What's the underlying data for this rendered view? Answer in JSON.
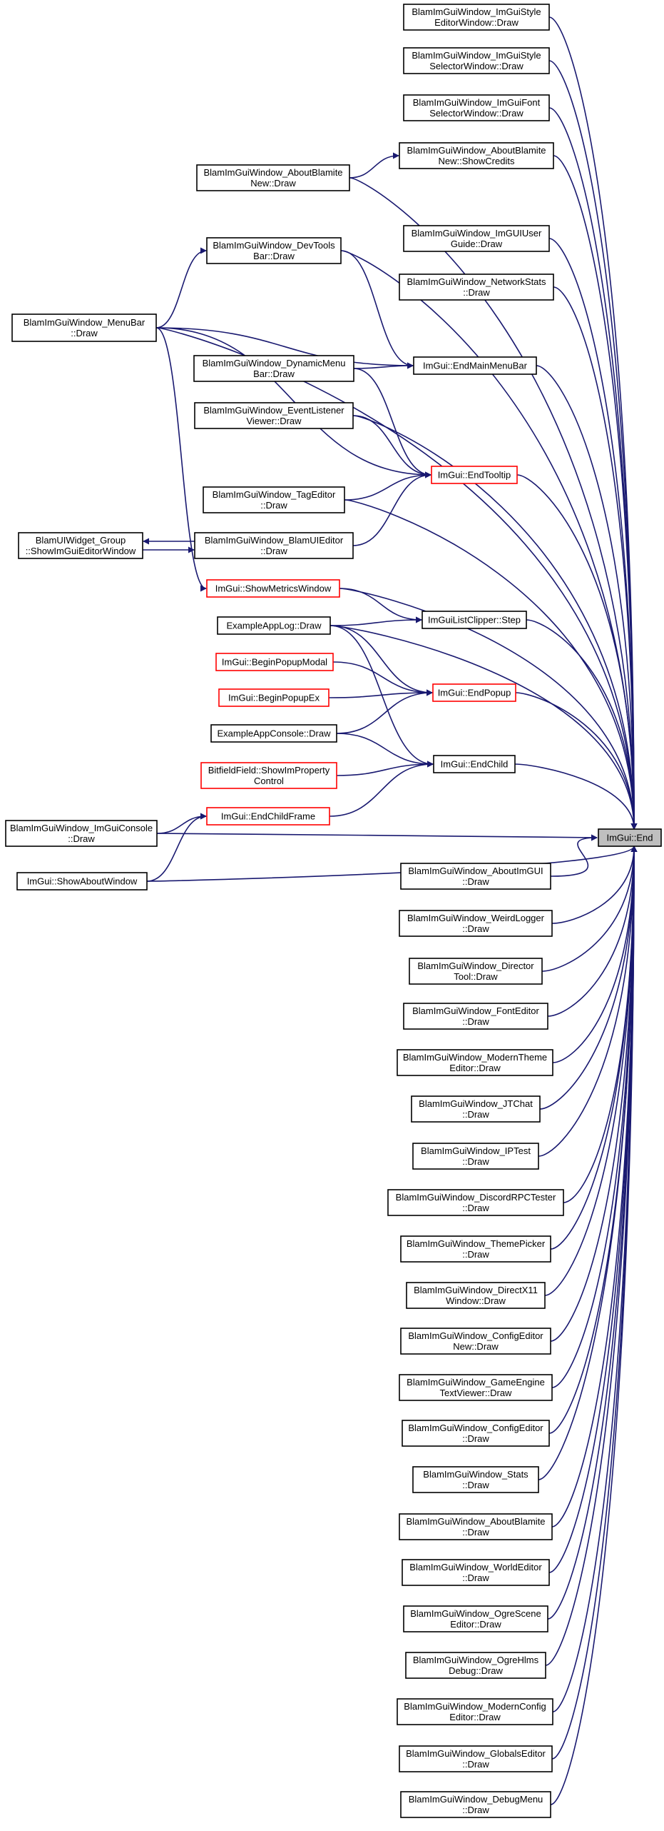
{
  "colors": {
    "edge": "#191970",
    "normal_border": "#000000",
    "truncated_border": "#ff0000",
    "focus_fill": "#bfbfbf",
    "node_fill": "#ffffff"
  },
  "focus_node": "ImGui::End",
  "nodes": [
    {
      "id": "imguistyle_editor",
      "lines": [
        "BlamImGuiWindow_ImGuiStyle",
        "EditorWindow::Draw"
      ],
      "style": "normal"
    },
    {
      "id": "imguistyle_selector",
      "lines": [
        "BlamImGuiWindow_ImGuiStyle",
        "SelectorWindow::Draw"
      ],
      "style": "normal"
    },
    {
      "id": "imguifont_selector",
      "lines": [
        "BlamImGuiWindow_ImGuiFont",
        "SelectorWindow::Draw"
      ],
      "style": "normal"
    },
    {
      "id": "aboutblamite_showcredits",
      "lines": [
        "BlamImGuiWindow_AboutBlamite",
        "New::ShowCredits"
      ],
      "style": "normal"
    },
    {
      "id": "aboutblamitenew_draw",
      "lines": [
        "BlamImGuiWindow_AboutBlamite",
        "New::Draw"
      ],
      "style": "normal"
    },
    {
      "id": "imguiuser_guide",
      "lines": [
        "BlamImGuiWindow_ImGUIUser",
        "Guide::Draw"
      ],
      "style": "normal"
    },
    {
      "id": "devtools_bar",
      "lines": [
        "BlamImGuiWindow_DevTools",
        "Bar::Draw"
      ],
      "style": "normal"
    },
    {
      "id": "networkstats",
      "lines": [
        "BlamImGuiWindow_NetworkStats",
        "::Draw"
      ],
      "style": "normal"
    },
    {
      "id": "menubar",
      "lines": [
        "BlamImGuiWindow_MenuBar",
        "::Draw"
      ],
      "style": "normal"
    },
    {
      "id": "endmainmenubar",
      "lines": [
        "ImGui::EndMainMenuBar"
      ],
      "style": "normal"
    },
    {
      "id": "dynamicmenu_bar",
      "lines": [
        "BlamImGuiWindow_DynamicMenu",
        "Bar::Draw"
      ],
      "style": "normal"
    },
    {
      "id": "eventlistener_viewer",
      "lines": [
        "BlamImGuiWindow_EventListener",
        "Viewer::Draw"
      ],
      "style": "normal"
    },
    {
      "id": "endtooltip",
      "lines": [
        "ImGui::EndTooltip"
      ],
      "style": "truncated"
    },
    {
      "id": "tageditor",
      "lines": [
        "BlamImGuiWindow_TagEditor",
        "::Draw"
      ],
      "style": "normal"
    },
    {
      "id": "blamuiwidget_group",
      "lines": [
        "BlamUIWidget_Group",
        "::ShowImGuiEditorWindow"
      ],
      "style": "normal"
    },
    {
      "id": "blamuieditor",
      "lines": [
        "BlamImGuiWindow_BlamUIEditor",
        "::Draw"
      ],
      "style": "normal"
    },
    {
      "id": "showmetricswindow",
      "lines": [
        "ImGui::ShowMetricsWindow"
      ],
      "style": "truncated"
    },
    {
      "id": "imguilistclipper_step",
      "lines": [
        "ImGuiListClipper::Step"
      ],
      "style": "normal"
    },
    {
      "id": "exampleapplog",
      "lines": [
        "ExampleAppLog::Draw"
      ],
      "style": "normal"
    },
    {
      "id": "beginpopupmodal",
      "lines": [
        "ImGui::BeginPopupModal"
      ],
      "style": "truncated"
    },
    {
      "id": "endpopup",
      "lines": [
        "ImGui::EndPopup"
      ],
      "style": "truncated"
    },
    {
      "id": "beginpopupex",
      "lines": [
        "ImGui::BeginPopupEx"
      ],
      "style": "truncated"
    },
    {
      "id": "exampleappconsole",
      "lines": [
        "ExampleAppConsole::Draw"
      ],
      "style": "normal"
    },
    {
      "id": "endchild",
      "lines": [
        "ImGui::EndChild"
      ],
      "style": "normal"
    },
    {
      "id": "bitfieldfield",
      "lines": [
        "BitfieldField::ShowImProperty",
        "Control"
      ],
      "style": "truncated"
    },
    {
      "id": "imguiconsole",
      "lines": [
        "BlamImGuiWindow_ImGuiConsole",
        "::Draw"
      ],
      "style": "normal"
    },
    {
      "id": "endchildframe",
      "lines": [
        "ImGui::EndChildFrame"
      ],
      "style": "truncated"
    },
    {
      "id": "imgui_end",
      "lines": [
        "ImGui::End"
      ],
      "style": "focus"
    },
    {
      "id": "showaboutwindow",
      "lines": [
        "ImGui::ShowAboutWindow"
      ],
      "style": "normal"
    },
    {
      "id": "aboutimgui",
      "lines": [
        "BlamImGuiWindow_AboutImGUI",
        "::Draw"
      ],
      "style": "normal"
    },
    {
      "id": "weirdlogger",
      "lines": [
        "BlamImGuiWindow_WeirdLogger",
        "::Draw"
      ],
      "style": "normal"
    },
    {
      "id": "directortool",
      "lines": [
        "BlamImGuiWindow_Director",
        "Tool::Draw"
      ],
      "style": "normal"
    },
    {
      "id": "fonteditor",
      "lines": [
        "BlamImGuiWindow_FontEditor",
        "::Draw"
      ],
      "style": "normal"
    },
    {
      "id": "moderntheme_editor",
      "lines": [
        "BlamImGuiWindow_ModernTheme",
        "Editor::Draw"
      ],
      "style": "normal"
    },
    {
      "id": "jtchat",
      "lines": [
        "BlamImGuiWindow_JTChat",
        "::Draw"
      ],
      "style": "normal"
    },
    {
      "id": "iptest",
      "lines": [
        "BlamImGuiWindow_IPTest",
        "::Draw"
      ],
      "style": "normal"
    },
    {
      "id": "discordrpctester",
      "lines": [
        "BlamImGuiWindow_DiscordRPCTester",
        "::Draw"
      ],
      "style": "normal"
    },
    {
      "id": "themepicker",
      "lines": [
        "BlamImGuiWindow_ThemePicker",
        "::Draw"
      ],
      "style": "normal"
    },
    {
      "id": "directx11_window",
      "lines": [
        "BlamImGuiWindow_DirectX11",
        "Window::Draw"
      ],
      "style": "normal"
    },
    {
      "id": "configeditor_new",
      "lines": [
        "BlamImGuiWindow_ConfigEditor",
        "New::Draw"
      ],
      "style": "normal"
    },
    {
      "id": "gameengine_textviewer",
      "lines": [
        "BlamImGuiWindow_GameEngine",
        "TextViewer::Draw"
      ],
      "style": "normal"
    },
    {
      "id": "configeditor",
      "lines": [
        "BlamImGuiWindow_ConfigEditor",
        "::Draw"
      ],
      "style": "normal"
    },
    {
      "id": "stats",
      "lines": [
        "BlamImGuiWindow_Stats",
        "::Draw"
      ],
      "style": "normal"
    },
    {
      "id": "aboutblamite",
      "lines": [
        "BlamImGuiWindow_AboutBlamite",
        "::Draw"
      ],
      "style": "normal"
    },
    {
      "id": "worldeditor",
      "lines": [
        "BlamImGuiWindow_WorldEditor",
        "::Draw"
      ],
      "style": "normal"
    },
    {
      "id": "ogrescene_editor",
      "lines": [
        "BlamImGuiWindow_OgreScene",
        "Editor::Draw"
      ],
      "style": "normal"
    },
    {
      "id": "ogrehlms_debug",
      "lines": [
        "BlamImGuiWindow_OgreHlms",
        "Debug::Draw"
      ],
      "style": "normal"
    },
    {
      "id": "modernconfig_editor",
      "lines": [
        "BlamImGuiWindow_ModernConfig",
        "Editor::Draw"
      ],
      "style": "normal"
    },
    {
      "id": "globalseditor",
      "lines": [
        "BlamImGuiWindow_GlobalsEditor",
        "::Draw"
      ],
      "style": "normal"
    },
    {
      "id": "debugmenu",
      "lines": [
        "BlamImGuiWindow_DebugMenu",
        "::Draw"
      ],
      "style": "normal"
    }
  ],
  "edges": [
    {
      "from": "imguistyle_editor",
      "to": "imgui_end"
    },
    {
      "from": "imguistyle_selector",
      "to": "imgui_end"
    },
    {
      "from": "imguifont_selector",
      "to": "imgui_end"
    },
    {
      "from": "aboutblamite_showcredits",
      "to": "imgui_end"
    },
    {
      "from": "aboutblamitenew_draw",
      "to": "aboutblamite_showcredits"
    },
    {
      "from": "aboutblamitenew_draw",
      "to": "imgui_end"
    },
    {
      "from": "imguiuser_guide",
      "to": "imgui_end"
    },
    {
      "from": "menubar",
      "to": "devtools_bar"
    },
    {
      "from": "devtools_bar",
      "to": "endmainmenubar"
    },
    {
      "from": "devtools_bar",
      "to": "imgui_end"
    },
    {
      "from": "networkstats",
      "to": "imgui_end"
    },
    {
      "from": "menubar",
      "to": "endmainmenubar"
    },
    {
      "from": "menubar",
      "to": "imgui_end"
    },
    {
      "from": "menubar",
      "to": "endtooltip"
    },
    {
      "from": "menubar",
      "to": "showmetricswindow"
    },
    {
      "from": "dynamicmenu_bar",
      "to": "endmainmenubar"
    },
    {
      "from": "dynamicmenu_bar",
      "to": "endtooltip"
    },
    {
      "from": "endmainmenubar",
      "to": "imgui_end"
    },
    {
      "from": "eventlistener_viewer",
      "to": "endtooltip"
    },
    {
      "from": "eventlistener_viewer",
      "to": "imgui_end"
    },
    {
      "from": "endtooltip",
      "to": "imgui_end"
    },
    {
      "from": "tageditor",
      "to": "endtooltip"
    },
    {
      "from": "tageditor",
      "to": "imgui_end"
    },
    {
      "from": "blamuieditor",
      "to": "blamuiwidget_group"
    },
    {
      "from": "blamuieditor",
      "to": "endtooltip"
    },
    {
      "from": "blamuiwidget_group",
      "to": "blamuieditor"
    },
    {
      "from": "showmetricswindow",
      "to": "imguilistclipper_step"
    },
    {
      "from": "showmetricswindow",
      "to": "imgui_end"
    },
    {
      "from": "imguilistclipper_step",
      "to": "imgui_end"
    },
    {
      "from": "exampleapplog",
      "to": "imguilistclipper_step"
    },
    {
      "from": "exampleapplog",
      "to": "imgui_end"
    },
    {
      "from": "exampleapplog",
      "to": "endpopup"
    },
    {
      "from": "exampleapplog",
      "to": "endchild"
    },
    {
      "from": "beginpopupmodal",
      "to": "endpopup"
    },
    {
      "from": "beginpopupex",
      "to": "endpopup"
    },
    {
      "from": "endpopup",
      "to": "imgui_end"
    },
    {
      "from": "exampleappconsole",
      "to": "endpopup"
    },
    {
      "from": "exampleappconsole",
      "to": "endchild"
    },
    {
      "from": "endchild",
      "to": "imgui_end"
    },
    {
      "from": "bitfieldfield",
      "to": "endchild"
    },
    {
      "from": "endchildframe",
      "to": "endchild"
    },
    {
      "from": "imguiconsole",
      "to": "imgui_end"
    },
    {
      "from": "imguiconsole",
      "to": "endchildframe"
    },
    {
      "from": "showaboutwindow",
      "to": "endchildframe"
    },
    {
      "from": "showaboutwindow",
      "to": "imgui_end"
    },
    {
      "from": "aboutimgui",
      "to": "imgui_end"
    },
    {
      "from": "weirdlogger",
      "to": "imgui_end"
    },
    {
      "from": "directortool",
      "to": "imgui_end"
    },
    {
      "from": "fonteditor",
      "to": "imgui_end"
    },
    {
      "from": "moderntheme_editor",
      "to": "imgui_end"
    },
    {
      "from": "jtchat",
      "to": "imgui_end"
    },
    {
      "from": "iptest",
      "to": "imgui_end"
    },
    {
      "from": "discordrpctester",
      "to": "imgui_end"
    },
    {
      "from": "themepicker",
      "to": "imgui_end"
    },
    {
      "from": "directx11_window",
      "to": "imgui_end"
    },
    {
      "from": "configeditor_new",
      "to": "imgui_end"
    },
    {
      "from": "gameengine_textviewer",
      "to": "imgui_end"
    },
    {
      "from": "configeditor",
      "to": "imgui_end"
    },
    {
      "from": "stats",
      "to": "imgui_end"
    },
    {
      "from": "aboutblamite",
      "to": "imgui_end"
    },
    {
      "from": "worldeditor",
      "to": "imgui_end"
    },
    {
      "from": "ogrescene_editor",
      "to": "imgui_end"
    },
    {
      "from": "ogrehlms_debug",
      "to": "imgui_end"
    },
    {
      "from": "modernconfig_editor",
      "to": "imgui_end"
    },
    {
      "from": "globalseditor",
      "to": "imgui_end"
    },
    {
      "from": "debugmenu",
      "to": "imgui_end"
    }
  ]
}
